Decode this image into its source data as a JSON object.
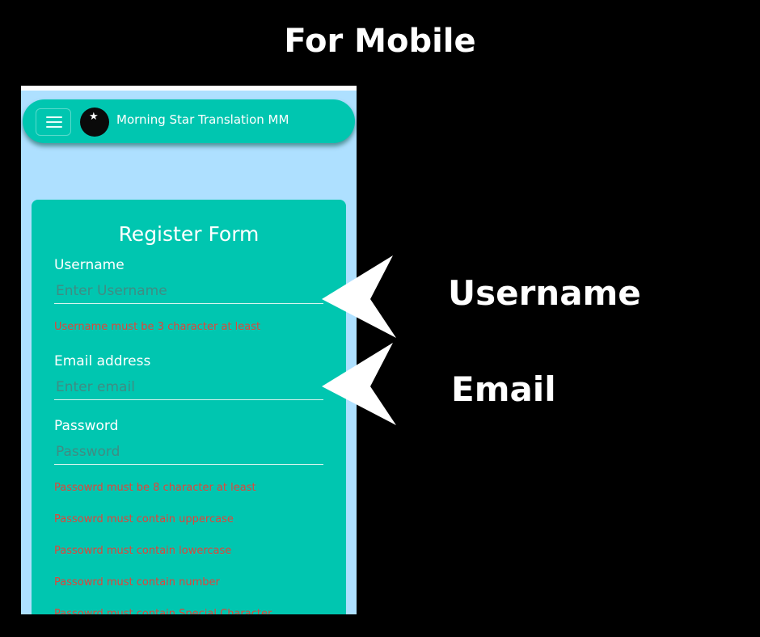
{
  "caption": {
    "title": "For Mobile"
  },
  "navbar": {
    "menu_icon": "hamburger-menu-icon",
    "logo_icon": "morning-star-logo-icon",
    "brand": "Morning Star Translation MM"
  },
  "form": {
    "title": "Register Form",
    "username": {
      "label": "Username",
      "value": "",
      "placeholder": "Enter Username",
      "error": "Username must be 3 character at least"
    },
    "email": {
      "label": "Email address",
      "value": "",
      "placeholder": "Enter email"
    },
    "password": {
      "label": "Password",
      "value": "",
      "placeholder": "Password",
      "errors": [
        "Passowrd must be 8 character at least",
        "Passowrd must contain uppercase",
        "Passowrd must contain lowercase",
        "Passowrd must contain number",
        "Passowrd must contain Special Character"
      ]
    }
  },
  "callouts": {
    "username": "Username",
    "email": "Email"
  },
  "colors": {
    "background": "#000000",
    "screen_bg": "#aee0ff",
    "accent": "#00c6b0",
    "error": "#e0453a",
    "text": "#ffffff"
  }
}
